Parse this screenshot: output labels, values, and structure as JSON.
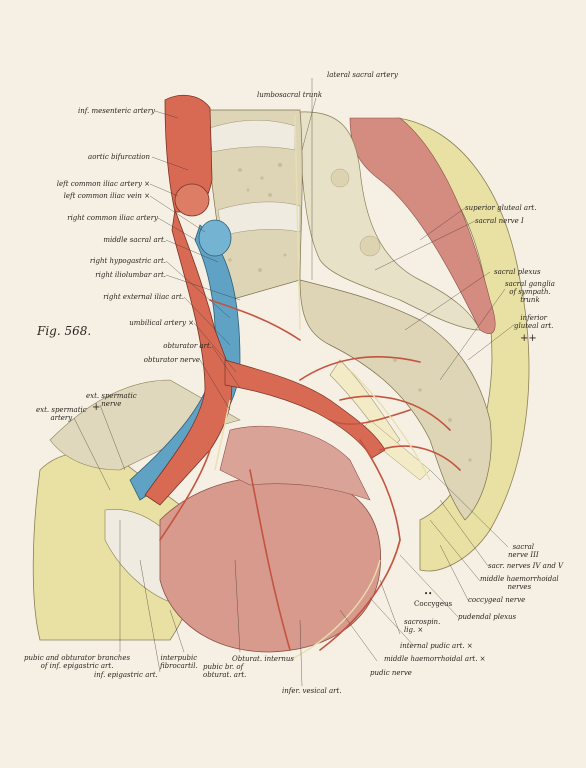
{
  "figure_label": "Fig. 568.",
  "marks": {
    "double_plus": "++",
    "double_dot": "••",
    "plus": "+"
  },
  "colors": {
    "background": "#f5f0e3",
    "artery": "#d86a54",
    "vein": "#5fa2c4",
    "muscle": "#d79a8c",
    "bone": "#ddd5b5",
    "fat": "#e9e1a4",
    "nerve": "#f3ebc6"
  },
  "labels": [
    {
      "id": "lateral-sacral-artery",
      "text": "lateral sacral artery"
    },
    {
      "id": "lumbosacral-trunk",
      "text": "lumbosacral trunk"
    },
    {
      "id": "inf-mesenteric-artery",
      "text": "inf. mesenteric artery"
    },
    {
      "id": "aortic-bifurcation",
      "text": "aortic bifurcation"
    },
    {
      "id": "left-common-iliac-artery",
      "text": "left common iliac artery ×"
    },
    {
      "id": "left-common-iliac-vein",
      "text": "left common iliac vein ×"
    },
    {
      "id": "right-common-iliac-artery",
      "text": "right common iliac artery"
    },
    {
      "id": "middle-sacral-art",
      "text": "middle sacral art."
    },
    {
      "id": "right-hypogastric-art",
      "text": "right hypogastric art."
    },
    {
      "id": "right-iliolumbar-art",
      "text": "right iliolumbar art."
    },
    {
      "id": "right-external-iliac-art",
      "text": "right external iliac art."
    },
    {
      "id": "umbilical-artery",
      "text": "umbilical artery ×"
    },
    {
      "id": "obturator-art",
      "text": "obturator art."
    },
    {
      "id": "obturator-nerve",
      "text": "obturator nerve"
    },
    {
      "id": "ext-spermatic-nerve",
      "text": "ext. spermatic\nnerve"
    },
    {
      "id": "ext-spermatic-artery",
      "text": "ext. spermatic\nartery"
    },
    {
      "id": "superior-gluteal-art",
      "text": "superior gluteal art."
    },
    {
      "id": "sacral-nerve-i",
      "text": "sacral nerve I"
    },
    {
      "id": "sacral-plexus",
      "text": "sacral plexus"
    },
    {
      "id": "sacral-ganglia",
      "text": "sacral ganglia\nof sympath.\ntrunk"
    },
    {
      "id": "inferior-gluteal-art",
      "text": "inferior\ngluteal art."
    },
    {
      "id": "sacral-nerve-iii",
      "text": "sacral\nnerve III"
    },
    {
      "id": "sacr-nerves-iv-v",
      "text": "sacr. nerves IV and V"
    },
    {
      "id": "middle-haemorrhoidal-nerves",
      "text": "middle haemorrhoidal\nnerves"
    },
    {
      "id": "coccygeal-nerve",
      "text": "coccygeal nerve"
    },
    {
      "id": "coccygeus",
      "text": "Coccygeus"
    },
    {
      "id": "pudendal-plexus",
      "text": "pudendal plexus"
    },
    {
      "id": "sacrospin-lig",
      "text": "sacrospin.\nlig. ×"
    },
    {
      "id": "internal-pudic-art",
      "text": "internal pudic art. ×"
    },
    {
      "id": "middle-haemorrhoidal-art",
      "text": "middle haemorrhoidal art. ×"
    },
    {
      "id": "pudic-nerve",
      "text": "pudic nerve"
    },
    {
      "id": "pubic-obturator-branches",
      "text": "pubic and obturator branches\nof inf. epigastric art."
    },
    {
      "id": "inf-epigastric-art",
      "text": "inf. epigastric art."
    },
    {
      "id": "interpubic-fibrocartil",
      "text": "interpubic\nfibrocartil."
    },
    {
      "id": "obturat-internus",
      "text": "Obturat. internus"
    },
    {
      "id": "pubic-br-obturat",
      "text": "pubic br. of\nobturat. art."
    },
    {
      "id": "infer-vesical-art",
      "text": "infer. vesical art."
    }
  ]
}
